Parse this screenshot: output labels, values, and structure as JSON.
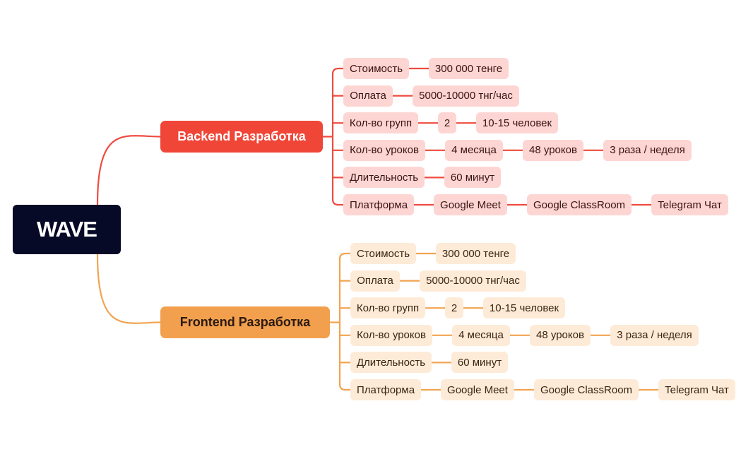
{
  "root": {
    "label": "WAVE"
  },
  "colors": {
    "backend_line": "#ef4b3f",
    "frontend_line": "#f2a450",
    "root_bg": "#060a26"
  },
  "branches": [
    {
      "key": "backend",
      "label": "Backend Разработка",
      "rows": [
        [
          "Стоимость",
          "300 000 тенге"
        ],
        [
          "Оплата",
          "5000-10000 тнг/час"
        ],
        [
          "Кол-во групп",
          "2",
          "10-15 человек"
        ],
        [
          "Кол-во уроков",
          "4 месяца",
          "48 уроков",
          "3 раза / неделя"
        ],
        [
          "Длительность",
          "60 минут"
        ],
        [
          "Платформа",
          "Google Meet",
          "Google ClassRoom",
          "Telegram Чат"
        ]
      ]
    },
    {
      "key": "frontend",
      "label": "Frontend  Разработка",
      "rows": [
        [
          "Стоимость",
          "300 000 тенге"
        ],
        [
          "Оплата",
          "5000-10000 тнг/час"
        ],
        [
          "Кол-во групп",
          "2",
          "10-15 человек"
        ],
        [
          "Кол-во уроков",
          "4 месяца",
          "48 уроков",
          "3 раза / неделя"
        ],
        [
          "Длительность",
          "60 минут"
        ],
        [
          "Платформа",
          "Google Meet",
          "Google ClassRoom",
          "Telegram Чат"
        ]
      ]
    }
  ]
}
